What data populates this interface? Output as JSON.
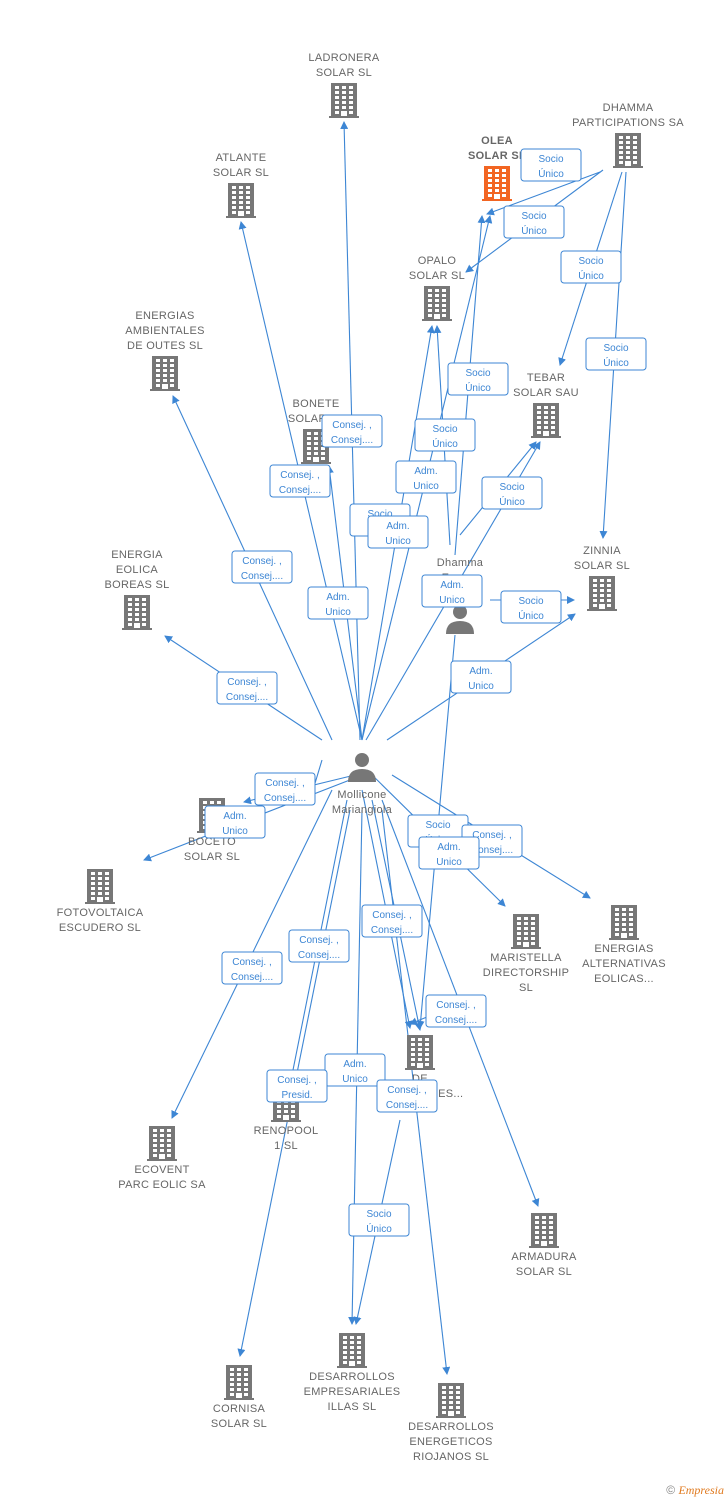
{
  "colors": {
    "edge": "#3d86d4",
    "building": "#777777",
    "focus": "#f26522",
    "person": "#777777",
    "label": "#666666"
  },
  "nodes": [
    {
      "id": "ladronera",
      "kind": "company",
      "lines": [
        "LADRONERA",
        "SOLAR  SL"
      ]
    },
    {
      "id": "olea",
      "kind": "company",
      "focus": true,
      "lines": [
        "OLEA",
        "SOLAR  SL"
      ]
    },
    {
      "id": "dhamma_part",
      "kind": "company",
      "lines": [
        "DHAMMA",
        "PARTICIPATIONS SA"
      ]
    },
    {
      "id": "atlante",
      "kind": "company",
      "lines": [
        "ATLANTE",
        "SOLAR  SL"
      ]
    },
    {
      "id": "opalo",
      "kind": "company",
      "lines": [
        "OPALO",
        "SOLAR  SL"
      ]
    },
    {
      "id": "ambientales",
      "kind": "company",
      "lines": [
        "ENERGIAS",
        "AMBIENTALES",
        "DE OUTES  SL"
      ]
    },
    {
      "id": "tebar",
      "kind": "company",
      "lines": [
        "TEBAR",
        "SOLAR SAU"
      ]
    },
    {
      "id": "bonete",
      "kind": "company",
      "lines": [
        "BONETE",
        "SOLAR  SL"
      ]
    },
    {
      "id": "boreas",
      "kind": "company",
      "lines": [
        "ENERGIA",
        "EOLICA",
        "BOREAS SL"
      ]
    },
    {
      "id": "dhamma_energy",
      "kind": "person",
      "lines": [
        "Dhamma",
        "Energy",
        "C..."
      ]
    },
    {
      "id": "zinnia",
      "kind": "company",
      "lines": [
        "ZINNIA",
        "SOLAR SL"
      ]
    },
    {
      "id": "mollicone",
      "kind": "person",
      "lines": [
        "Mollicone",
        "Mariangiola"
      ]
    },
    {
      "id": "boceto",
      "kind": "company",
      "lines": [
        "BOCETO",
        "SOLAR  SL"
      ]
    },
    {
      "id": "fotovoltaica",
      "kind": "company",
      "lines": [
        "FOTOVOLTAICA",
        "ESCUDERO  SL"
      ]
    },
    {
      "id": "maristella",
      "kind": "company",
      "lines": [
        "MARISTELLA",
        "DIRECTORSHIP",
        "SL"
      ]
    },
    {
      "id": "alternativas",
      "kind": "company",
      "lines": [
        "ENERGIAS",
        "ALTERNATIVAS",
        "EOLICAS..."
      ]
    },
    {
      "id": "renovables",
      "kind": "company",
      "lines": [
        "DE",
        "RENOVABLES..."
      ]
    },
    {
      "id": "renopool",
      "kind": "company",
      "lines": [
        "RENOPOOL",
        "1 SL"
      ]
    },
    {
      "id": "ecovent",
      "kind": "company",
      "lines": [
        "ECOVENT",
        "PARC EOLIC SA"
      ]
    },
    {
      "id": "armadura",
      "kind": "company",
      "lines": [
        "ARMADURA",
        "SOLAR  SL"
      ]
    },
    {
      "id": "illas",
      "kind": "company",
      "lines": [
        "DESARROLLOS",
        "EMPRESARIALES",
        "ILLAS SL"
      ]
    },
    {
      "id": "cornisa",
      "kind": "company",
      "lines": [
        "CORNISA",
        "SOLAR  SL"
      ]
    },
    {
      "id": "riojanos",
      "kind": "company",
      "lines": [
        "DESARROLLOS",
        "ENERGETICOS",
        "RIOJANOS SL"
      ]
    }
  ],
  "relations": [
    {
      "lines": [
        "Socio",
        "Único"
      ]
    },
    {
      "lines": [
        "Socio",
        "Único"
      ]
    },
    {
      "lines": [
        "Socio",
        "Único"
      ]
    },
    {
      "lines": [
        "Socio",
        "Único"
      ]
    },
    {
      "lines": [
        "Socio",
        "Único"
      ]
    },
    {
      "lines": [
        "Socio",
        "Único"
      ]
    },
    {
      "lines": [
        "Socio",
        "Único"
      ]
    },
    {
      "lines": [
        "Socio",
        "Único"
      ]
    },
    {
      "lines": [
        "Consej. ,",
        "Consej...."
      ]
    },
    {
      "lines": [
        "Consej. ,",
        "Consej...."
      ]
    },
    {
      "lines": [
        "Adm.",
        "Unico"
      ]
    },
    {
      "lines": [
        "Socio",
        "Único"
      ]
    },
    {
      "lines": [
        "Adm.",
        "Unico"
      ]
    },
    {
      "lines": [
        "Consej. ,",
        "Consej...."
      ]
    },
    {
      "lines": [
        "Adm.",
        "Unico"
      ]
    },
    {
      "lines": [
        "Adm.",
        "Unico"
      ]
    },
    {
      "lines": [
        "Consej. ,",
        "Consej...."
      ]
    },
    {
      "lines": [
        "Adm.",
        "Unico"
      ]
    },
    {
      "lines": [
        "Consej. ,",
        "Consej...."
      ]
    },
    {
      "lines": [
        "Adm.",
        "Unico"
      ]
    },
    {
      "lines": [
        "Socio",
        "Único"
      ]
    },
    {
      "lines": [
        "Consej. ,",
        "Consej...."
      ]
    },
    {
      "lines": [
        "Adm.",
        "Unico"
      ]
    },
    {
      "lines": [
        "Consej. ,",
        "Consej...."
      ]
    },
    {
      "lines": [
        "Consej. ,",
        "Consej...."
      ]
    },
    {
      "lines": [
        "Consej. ,",
        "Consej...."
      ]
    },
    {
      "lines": [
        "Consej. ,",
        "Consej...."
      ]
    },
    {
      "lines": [
        "Adm.",
        "Unico"
      ]
    },
    {
      "lines": [
        "Consej. ,",
        "Presid."
      ]
    },
    {
      "lines": [
        "Consej. ,",
        "Consej...."
      ]
    },
    {
      "lines": [
        "Socio",
        "Único"
      ]
    }
  ],
  "footer": {
    "copyright": "©",
    "brand": "Empresia"
  }
}
